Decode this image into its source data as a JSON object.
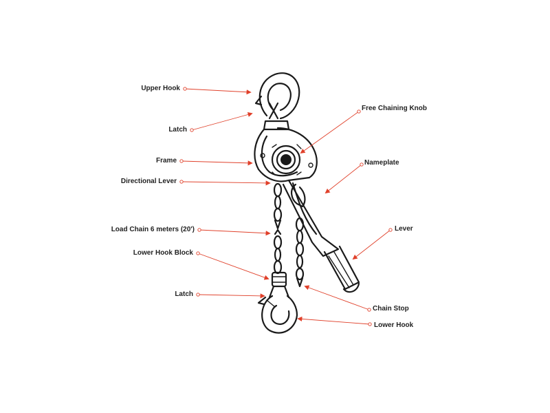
{
  "colors": {
    "leader": "#e0402a",
    "ink": "#1a1a1a"
  },
  "labels": {
    "upper_hook": "Upper Hook",
    "latch_top": "Latch",
    "frame": "Frame",
    "directional_lever": "Directional Lever",
    "load_chain": "Load Chain 6 meters (20')",
    "lower_hook_block": "Lower Hook Block",
    "latch_bottom": "Latch",
    "free_chaining_knob": "Free Chaining Knob",
    "nameplate": "Nameplate",
    "lever": "Lever",
    "chain_stop": "Chain Stop",
    "lower_hook": "Lower Hook"
  }
}
